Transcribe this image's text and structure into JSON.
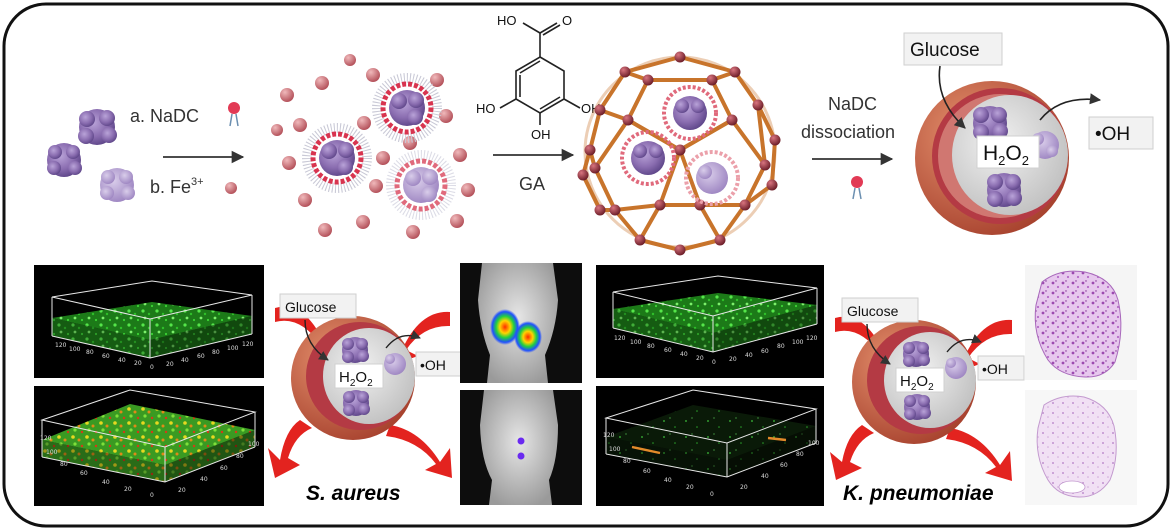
{
  "synthesis": {
    "step1_label_a": "a. NaDC",
    "step1_label_b_prefix": "b. Fe",
    "step1_label_b_sup": "3+",
    "step2_label": "GA",
    "gallic_acid": {
      "top_group": "HO",
      "top_o": "O",
      "left_oh": "HO",
      "right_oh": "OH",
      "bottom_oh": "OH"
    },
    "step3_line1": "NaDC",
    "step3_line2": "dissociation"
  },
  "mechanism_top": {
    "glucose": "Glucose",
    "h2o2_main": "H",
    "h2o2_sub1": "2",
    "h2o2_o": "O",
    "h2o2_sub2": "2",
    "radical": "•OH"
  },
  "mechanism_left": {
    "glucose": "Glucose",
    "h2o2_main": "H",
    "h2o2_sub1": "2",
    "h2o2_o": "O",
    "h2o2_sub2": "2",
    "radical": "•OH"
  },
  "mechanism_right": {
    "glucose": "Glucose",
    "h2o2_main": "H",
    "h2o2_sub1": "2",
    "h2o2_o": "O",
    "h2o2_sub2": "2",
    "radical": "•OH"
  },
  "organisms": {
    "left": "S. aureus",
    "right": "K. pneumoniae"
  },
  "confocal_ticks": [
    "0",
    "20",
    "40",
    "60",
    "80",
    "100",
    "120"
  ],
  "colors": {
    "frame": "#111111",
    "nanoparticle_core": "#8a6db0",
    "fe_sphere": "#b5535c",
    "framework_rod": "#c8742b",
    "framework_node": "#8f2f3a",
    "shell_outer": "#c45a4a",
    "shell_inner": "#b43a44",
    "red_arrow": "#e3231f",
    "biofilm_green": "#2fbf2a",
    "histology_pink": "#c88ad0"
  }
}
